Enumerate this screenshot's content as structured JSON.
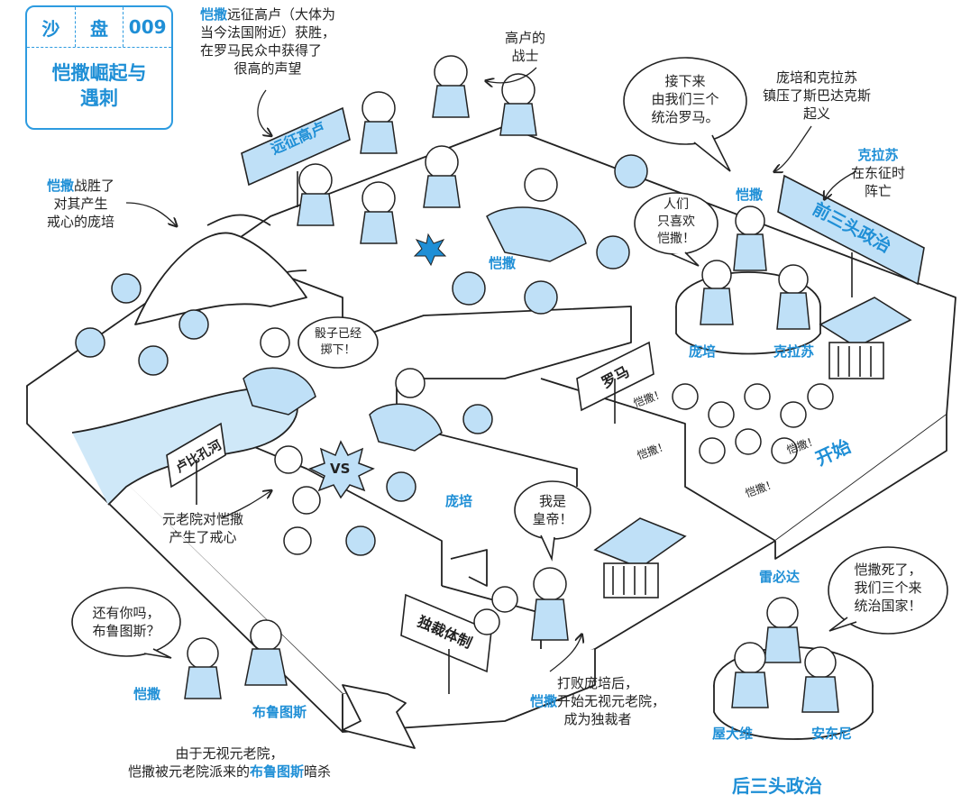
{
  "title_box": {
    "category": "沙",
    "category2": "盘",
    "number": "009",
    "title_line1": "恺撒崛起与",
    "title_line2": "遇刺"
  },
  "captions": {
    "gaul_1": "恺撒",
    "gaul_2": "远征高卢（大体为",
    "gaul_3": "当今法国附近）获胜，",
    "gaul_4": "在罗马民众中获得了",
    "gaul_5": "很高的声望",
    "gaul_warriors_1": "高卢的",
    "gaul_warriors_2": "战士",
    "pompey_victory_1": "恺撒",
    "pompey_victory_2": "战胜了",
    "pompey_victory_3": "对其产生",
    "pompey_victory_4": "戒心的庞培",
    "spartacus_1": "庞培和克拉苏",
    "spartacus_2": "镇压了斯巴达克斯",
    "spartacus_3": "起义",
    "crassus_1": "克拉苏",
    "crassus_2": "在东征时",
    "crassus_3": "阵亡",
    "senate_1": "元老院对恺撒",
    "senate_2": "产生了戒心",
    "dictator_1": "打败庞培后，",
    "dictator_2": "恺撒",
    "dictator_3": "开始无视元老院，",
    "dictator_4": "成为独裁者",
    "assassination_1": "由于无视元老院，",
    "assassination_2": "恺撒被元老院派来的",
    "assassination_3": "布鲁图斯",
    "assassination_4": "暗杀"
  },
  "bubbles": {
    "triumvirate": [
      "接下来",
      "由我们三个",
      "统治罗马。"
    ],
    "people_love": [
      "人们",
      "只喜欢",
      "恺撒！"
    ],
    "die_cast": [
      "骰子已经",
      "掷下！"
    ],
    "emperor": [
      "我是",
      "皇帝！"
    ],
    "brutus": [
      "还有你吗，",
      "布鲁图斯？"
    ],
    "second": [
      "恺撒死了，",
      "我们三个来",
      "统治国家！"
    ],
    "vs": "VS"
  },
  "signs": {
    "gaul": "远征高卢",
    "first_triumvirate": "前三头政治",
    "rome": "罗马",
    "rubicon": "卢比孔河",
    "dictatorship": "独裁体制"
  },
  "labels": {
    "caesar_gaul": "恺撒",
    "caesar_triumvirate": "恺撒",
    "pompey": "庞培",
    "crassus": "克拉苏",
    "pompey_battle": "庞培",
    "caesar_death": "恺撒",
    "brutus": "布鲁图斯",
    "lepidus": "雷必达",
    "octavian": "屋大维",
    "antony": "安东尼",
    "start": "开始",
    "second_triumvirate": "后三头政治",
    "cheer": "恺撒！"
  },
  "colors": {
    "accent": "#1f8fd6",
    "light_blue": "#bfe0f7",
    "outline": "#222222"
  }
}
